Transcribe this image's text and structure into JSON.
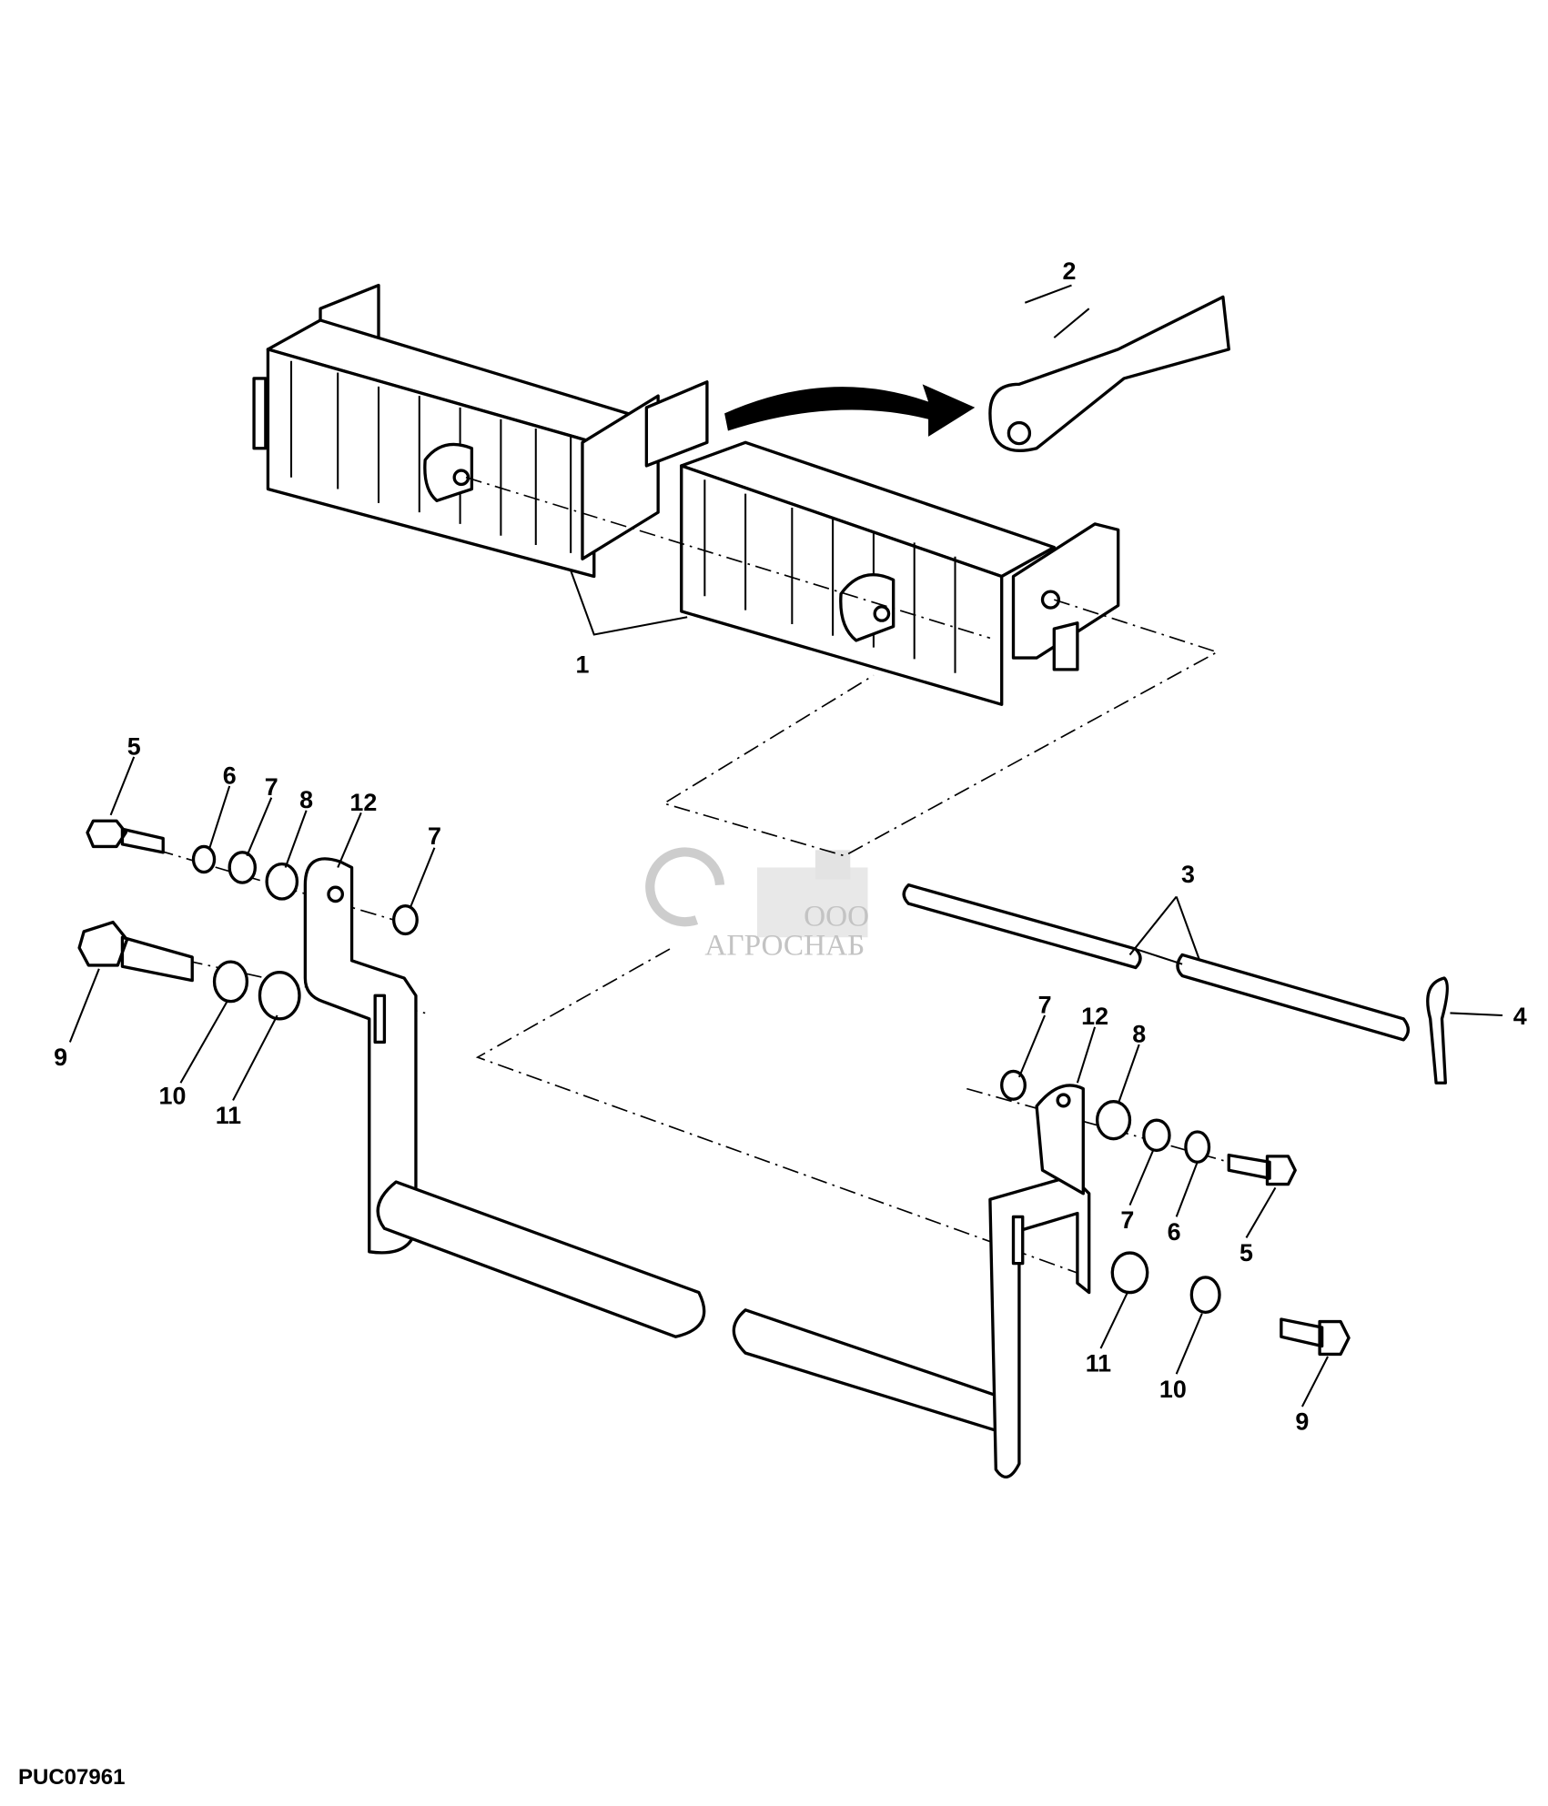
{
  "figure_ref": "PUC07961",
  "watermark": {
    "prefix": "ООО",
    "name": "АГРОСНАБ"
  },
  "callouts": {
    "c1": "1",
    "c2": "2",
    "c3": "3",
    "c4": "4",
    "left": {
      "bolt_small": "5",
      "lockwasher_small": "6",
      "washer_a": "7",
      "spacer": "8",
      "bracket": "12",
      "washer_b": "7",
      "bolt_large": "9",
      "lockwasher_large": "10",
      "washer_large": "11"
    },
    "right": {
      "washer_b": "7",
      "bracket": "12",
      "spacer": "8",
      "washer_a": "7",
      "lockwasher_small": "6",
      "bolt_small": "5",
      "washer_large": "11",
      "lockwasher_large": "10",
      "bolt_large": "9"
    }
  }
}
